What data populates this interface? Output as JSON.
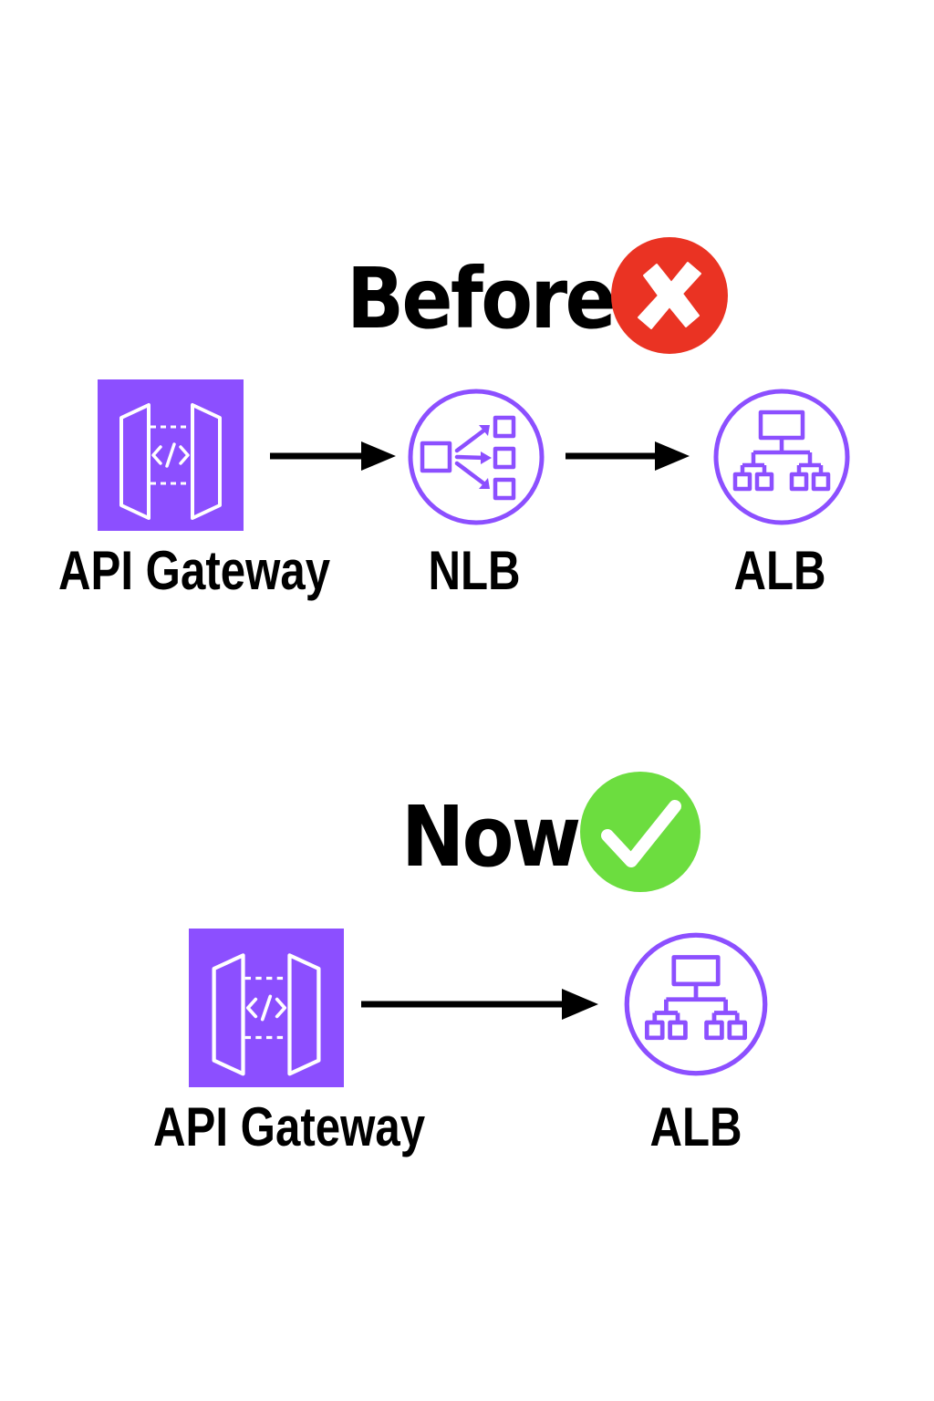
{
  "colors": {
    "purple": "#8c4fff",
    "before_badge": "#ea3323",
    "now_badge": "#6cdd3f",
    "text": "#000000"
  },
  "before": {
    "title": "Before",
    "status_icon": "x-mark-icon",
    "nodes": [
      {
        "label": "API Gateway",
        "icon": "api-gateway-icon"
      },
      {
        "label": "NLB",
        "icon": "network-load-balancer-icon"
      },
      {
        "label": "ALB",
        "icon": "application-load-balancer-icon"
      }
    ]
  },
  "now": {
    "title": "Now",
    "status_icon": "checkmark-icon",
    "nodes": [
      {
        "label": "API Gateway",
        "icon": "api-gateway-icon"
      },
      {
        "label": "ALB",
        "icon": "application-load-balancer-icon"
      }
    ]
  }
}
